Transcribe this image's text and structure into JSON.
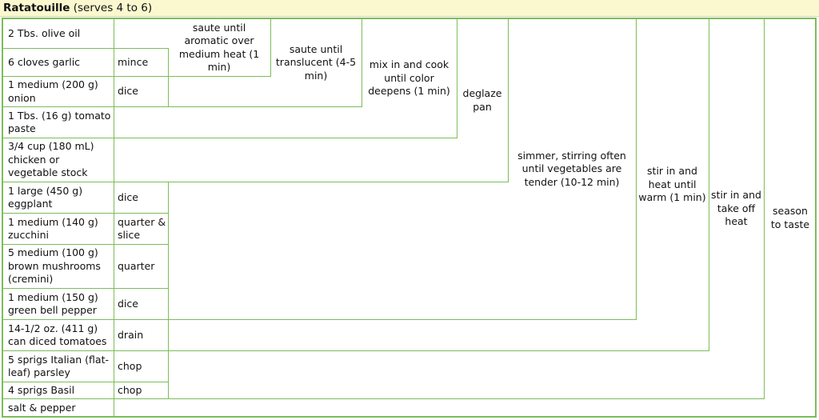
{
  "recipe": {
    "name": "Ratatouille",
    "servings": "(serves 4 to 6)"
  },
  "ingredients": [
    {
      "name": "2 Tbs. olive oil",
      "prep": ""
    },
    {
      "name": "6 cloves garlic",
      "prep": "mince"
    },
    {
      "name": "1 medium (200 g) onion",
      "prep": "dice"
    },
    {
      "name": "1 Tbs. (16 g) tomato paste",
      "prep": ""
    },
    {
      "name": "3/4 cup (180 mL) chicken or vegetable stock",
      "prep": ""
    },
    {
      "name": "1 large (450 g) eggplant",
      "prep": "dice"
    },
    {
      "name": "1 medium (140 g) zucchini",
      "prep": "quarter & slice"
    },
    {
      "name": "5 medium (100 g) brown mushrooms (cremini)",
      "prep": "quarter"
    },
    {
      "name": "1 medium (150 g) green bell pepper",
      "prep": "dice"
    },
    {
      "name": "14-1/2 oz. (411 g) can diced tomatoes",
      "prep": "drain"
    },
    {
      "name": "5 sprigs Italian (flat-leaf) parsley",
      "prep": "chop"
    },
    {
      "name": "4 sprigs Basil",
      "prep": "chop"
    },
    {
      "name": "salt & pepper",
      "prep": ""
    }
  ],
  "steps": [
    "saute until aromatic over medium heat (1 min)",
    "saute until translucent (4-5 min)",
    "mix in and cook until color deepens (1 min)",
    "deglaze pan",
    "simmer, stirring often until vegetables are tender (10-12 min)",
    "stir in and heat until warm (1 min)",
    "stir in and take off heat",
    "season to taste"
  ],
  "colors": {
    "border": "#7cbd5a",
    "title_background": "#fbf8d0"
  }
}
